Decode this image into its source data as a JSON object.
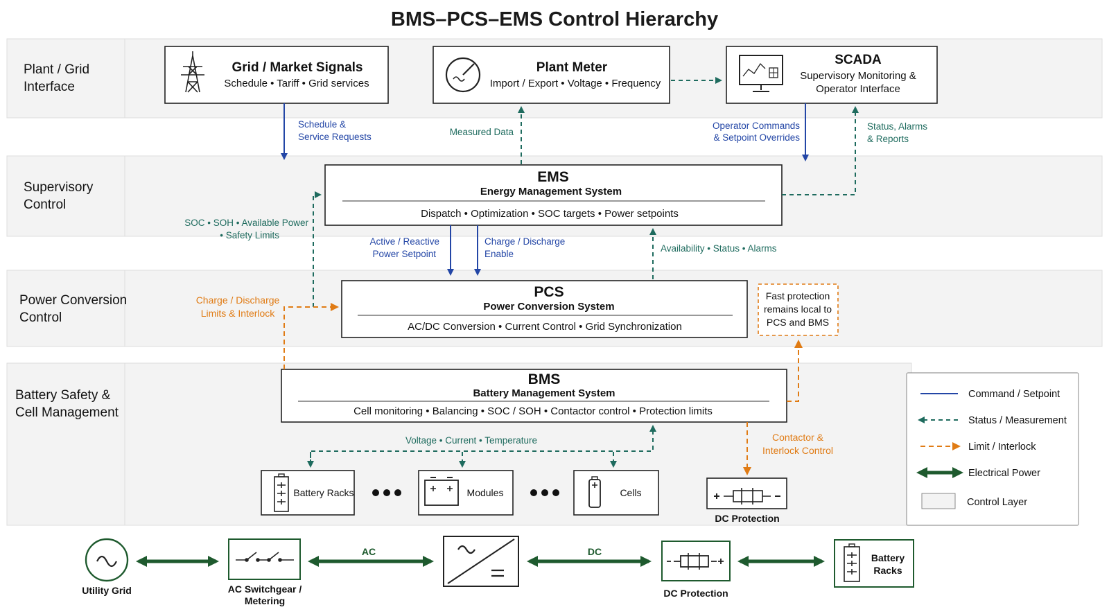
{
  "title": "BMS–PCS–EMS Control Hierarchy",
  "layers": {
    "plant": [
      "Plant / Grid",
      "Interface"
    ],
    "supervisory": [
      "Supervisory",
      "Control"
    ],
    "power": [
      "Power Conversion",
      "Control"
    ],
    "battery": [
      "Battery Safety &",
      "Cell Management"
    ]
  },
  "boxes": {
    "grid_signals": {
      "title": "Grid / Market Signals",
      "sub": "Schedule • Tariff • Grid services",
      "icon": "transmission-tower-icon"
    },
    "plant_meter": {
      "title": "Plant Meter",
      "sub": "Import / Export • Voltage • Frequency",
      "icon": "meter-gauge-icon"
    },
    "scada": {
      "title": "SCADA",
      "sub1": "Supervisory Monitoring &",
      "sub2": "Operator Interface",
      "icon": "monitor-chart-icon"
    },
    "ems": {
      "title": "EMS",
      "subtitle": "Energy Management System",
      "functions": "Dispatch • Optimization • SOC targets • Power setpoints"
    },
    "pcs": {
      "title": "PCS",
      "subtitle": "Power Conversion System",
      "functions": "AC/DC Conversion • Current Control • Grid Synchronization"
    },
    "bms": {
      "title": "BMS",
      "subtitle": "Battery Management System",
      "functions": "Cell monitoring • Balancing • SOC / SOH • Contactor control • Protection limits"
    },
    "fast_protection": [
      "Fast protection",
      "remains local to",
      "PCS and BMS"
    ],
    "battery_racks": "Battery Racks",
    "modules": "Modules",
    "cells": "Cells",
    "dc_protection": "DC Protection"
  },
  "flows": {
    "schedule": [
      "Schedule &",
      "Service Requests"
    ],
    "measured": "Measured Data",
    "operator": [
      "Operator Commands",
      "& Setpoint Overrides"
    ],
    "status_alarms": [
      "Status, Alarms",
      "& Reports"
    ],
    "soc_soh": [
      "SOC • SOH • Available Power",
      "• Safety Limits"
    ],
    "active_reactive": [
      "Active / Reactive",
      "Power Setpoint"
    ],
    "charge_enable": [
      "Charge / Discharge",
      "Enable"
    ],
    "availability": "Availability • Status • Alarms",
    "charge_limits": [
      "Charge / Discharge",
      "Limits & Interlock"
    ],
    "vct": "Voltage • Current • Temperature",
    "contactor": [
      "Contactor &",
      "Interlock Control"
    ]
  },
  "legend": {
    "command": "Command / Setpoint",
    "status": "Status / Measurement",
    "limit": "Limit / Interlock",
    "power": "Electrical Power",
    "layer": "Control Layer"
  },
  "power_path": {
    "utility": "Utility Grid",
    "switchgear": [
      "AC Switchgear /",
      "Metering"
    ],
    "ac": "AC",
    "dc": "DC",
    "dc_protection": "DC Protection",
    "battery": [
      "Battery",
      "Racks"
    ]
  },
  "colors": {
    "command": "#2346a6",
    "status": "#1e6b5e",
    "limit": "#e07b14",
    "power": "#1e5a2e"
  }
}
